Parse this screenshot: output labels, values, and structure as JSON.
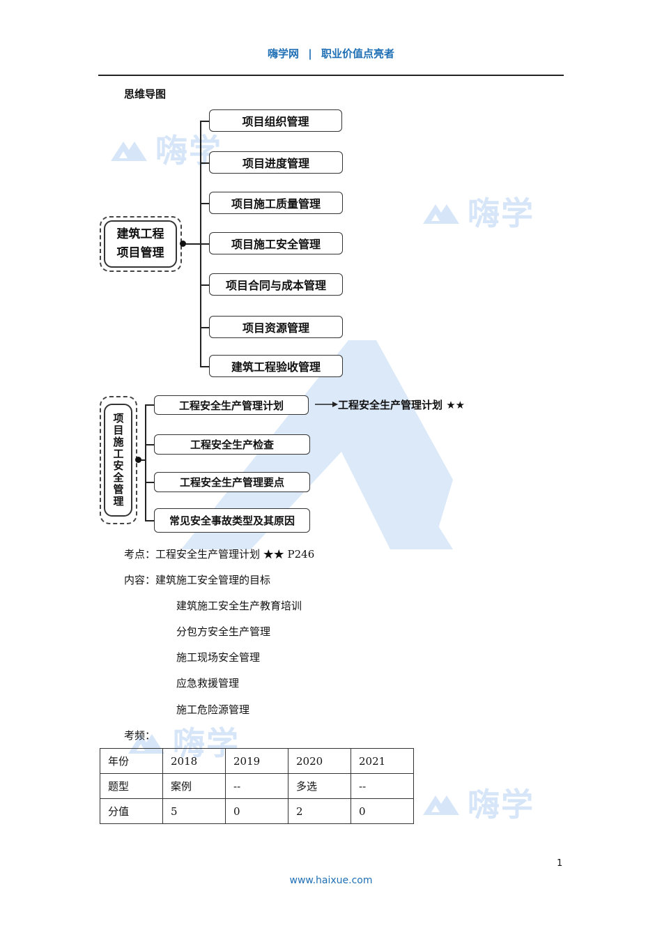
{
  "header": {
    "brand": "嗨学网",
    "separator": "|",
    "slogan": "职业价值点亮者"
  },
  "section_title": "思维导图",
  "watermark_text": "嗨学",
  "mindmap1": {
    "root": [
      "建筑工程",
      "项目管理"
    ],
    "children": [
      "项目组织管理",
      "项目进度管理",
      "项目施工质量管理",
      "项目施工安全管理",
      "项目合同与成本管理",
      "项目资源管理",
      "建筑工程验收管理"
    ]
  },
  "mindmap2": {
    "root": "项目施工安全管理",
    "children": [
      "工程安全生产管理计划",
      "工程安全生产检查",
      "工程安全生产管理要点",
      "常见安全事故类型及其原因"
    ],
    "highlight": "工程安全生产管理计划 ★★"
  },
  "content": {
    "kaodian": "考点：工程安全生产管理计划 ★★ P246",
    "neirong_label": "内容：",
    "items": [
      "建筑施工安全管理的目标",
      "建筑施工安全生产教育培训",
      "分包方安全生产管理",
      "施工现场安全管理",
      "应急救援管理",
      "施工危险源管理"
    ],
    "kaopin": "考频："
  },
  "frequency_table": {
    "rows": [
      [
        "年份",
        "2018",
        "2019",
        "2020",
        "2021"
      ],
      [
        "题型",
        "案例",
        "--",
        "多选",
        "--"
      ],
      [
        "分值",
        "5",
        "0",
        "2",
        "0"
      ]
    ]
  },
  "footer": {
    "page_number": "1",
    "url": "www.haixue.com"
  },
  "colors": {
    "brand_blue": "#1f6fb5",
    "watermark": "#d6e6f8"
  }
}
